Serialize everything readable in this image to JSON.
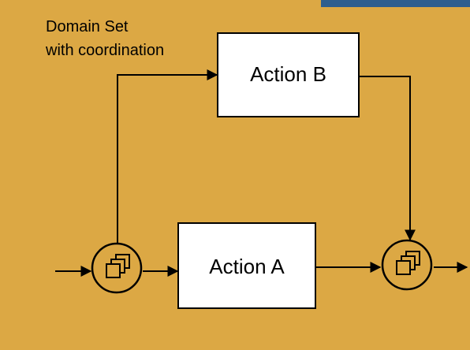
{
  "colors": {
    "panel": "#DCA844",
    "corner_bar": "#2E5E8E",
    "box_fill": "#FFFFFF",
    "stroke": "#000000"
  },
  "label": {
    "line1": "Domain Set",
    "line2": "with coordination"
  },
  "nodes": {
    "action_a": "Action A",
    "action_b": "Action B",
    "split_icon": "stacked-pages-icon",
    "merge_icon": "stacked-pages-icon"
  }
}
